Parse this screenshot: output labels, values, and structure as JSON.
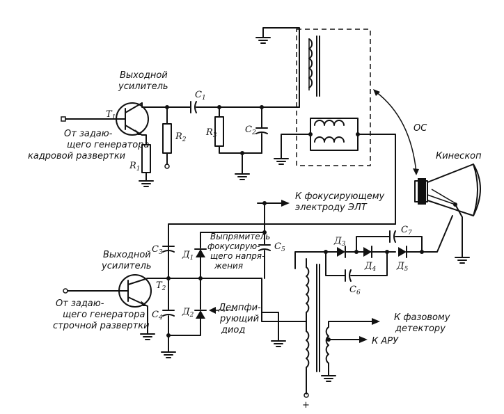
{
  "labels": {
    "frame_amp_1": "Выходной",
    "frame_amp_2": "усилитель",
    "frame_src_1": "От задаю-",
    "frame_src_2": "щего генератора",
    "frame_src_3": "кадровой развертки",
    "line_amp_1": "Выходной",
    "line_amp_2": "усилитель",
    "line_src_1": "От задаю-",
    "line_src_2": "щего генератора",
    "line_src_3": "строчной развертки",
    "focus_1": "К фокусирующему",
    "focus_2": "электроду ЭЛТ",
    "rect_1": "Выпрямитель",
    "rect_2": "фокусирую-",
    "rect_3": "щего напря-",
    "rect_4": "жения",
    "damp_1": "Демпфи-",
    "damp_2": "рующий",
    "damp_3": "диод",
    "phase_1": "К фазовому",
    "phase_2": "детектору",
    "agc": "К АРУ",
    "os": "ОС",
    "kinescope": "Кинескоп",
    "plus": "+"
  },
  "refs": {
    "T1": {
      "main": "T",
      "sub": "1"
    },
    "T2": {
      "main": "T",
      "sub": "2"
    },
    "R1": {
      "main": "R",
      "sub": "1"
    },
    "R2": {
      "main": "R",
      "sub": "2"
    },
    "R3": {
      "main": "R",
      "sub": "3"
    },
    "C1": {
      "main": "C",
      "sub": "1"
    },
    "C2": {
      "main": "C",
      "sub": "2"
    },
    "C3": {
      "main": "C",
      "sub": "3"
    },
    "C4": {
      "main": "C",
      "sub": "4"
    },
    "C5": {
      "main": "C",
      "sub": "5"
    },
    "C6": {
      "main": "C",
      "sub": "6"
    },
    "C7": {
      "main": "C",
      "sub": "7"
    },
    "D1": {
      "main": "Д",
      "sub": "1"
    },
    "D2": {
      "main": "Д",
      "sub": "2"
    },
    "D3": {
      "main": "Д",
      "sub": "3"
    },
    "D4": {
      "main": "Д",
      "sub": "4"
    },
    "D5": {
      "main": "Д",
      "sub": "5"
    }
  }
}
